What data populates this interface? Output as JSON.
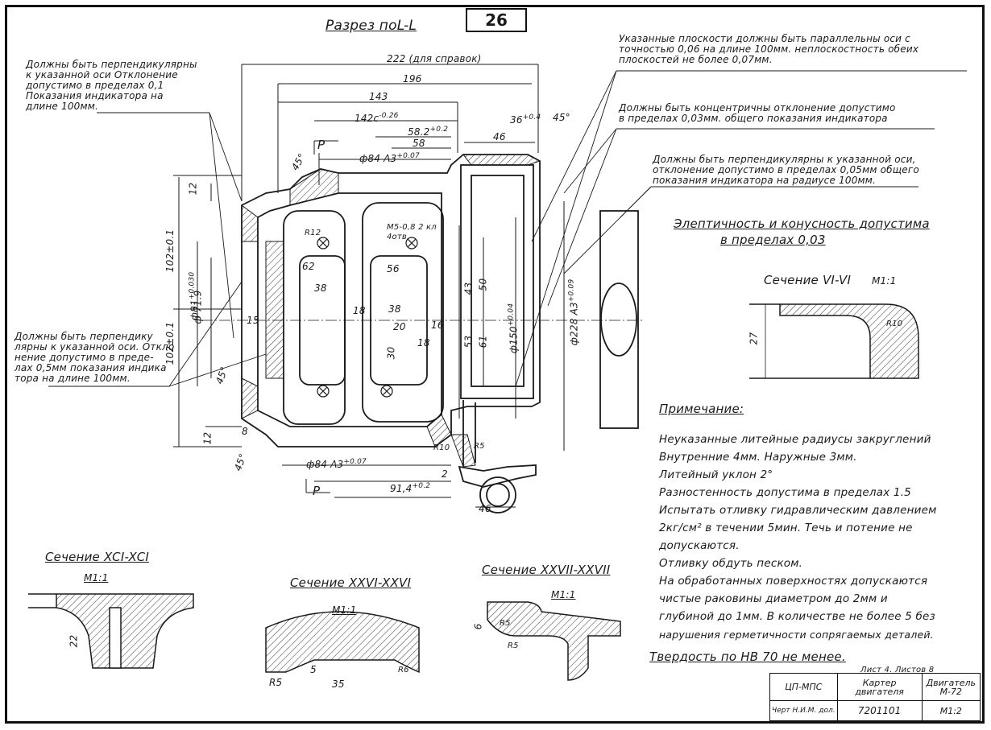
{
  "sheet_number": "26",
  "main_view": {
    "title": "Разрез поL-L",
    "section_marker": "Р",
    "dimensions": {
      "d222": "222 (для справок)",
      "d196": "196",
      "d143": "143",
      "d142": "142с",
      "d142_tol": "-0.26",
      "d58_2": "58.2",
      "d58_2_tol": "+0.2",
      "d58": "58",
      "d46_top": "46",
      "d36": "36",
      "d36_tol": "+0.4",
      "a45_top": "45°",
      "d84_top": "ф84 А3",
      "d84_top_tol": "+0.07",
      "d84_bot": "ф84 А3",
      "d84_bot_tol": "+0.07",
      "d91_4": "91,4",
      "d91_4_tol": "+0.2",
      "d46_bot": "46",
      "d2": "2",
      "d12_top": "12",
      "d12_bot": "12",
      "d102_top": "102±0.1",
      "d102_bot": "102±0.1",
      "d81": "ф81",
      "d81_tol": "+0.030",
      "d71_9": "ф 71.9",
      "d150": "ф150",
      "d150_tol": "+0.04",
      "d228": "ф228 А3",
      "d228_tol": "+0.09",
      "d43": "43",
      "d50": "50",
      "d53": "53",
      "d61": "61",
      "d62": "62",
      "d56": "56",
      "d38a": "38",
      "d38b": "38",
      "d20": "20",
      "d18a": "18",
      "d18b": "18",
      "d16": "16",
      "d30": "30",
      "d15": "15",
      "m5": "М5-0,8 2 кл",
      "m5_depth": "4отв.",
      "r12": "R12",
      "r10": "R10",
      "r5": "R5",
      "d45_left": "45°",
      "d45_bot": "45°",
      "d45_mid": "45°",
      "d8": "8"
    }
  },
  "annotations": {
    "perp_top_left": [
      "Должны быть перпендикулярны",
      "к указанной оси Отклонение",
      "допустимо в пределах 0,1",
      "Показания индикатора на",
      "длине 100мм."
    ],
    "perp_mid_left": [
      "Должны быть перпендику",
      "лярны к указанной оси. Откло",
      "нение допустимо в преде-",
      "лах 0,5мм показания индика",
      "тора на длине 100мм."
    ],
    "parallel": [
      "Указанные плоскости должны быть параллельны оси с",
      "точностью 0,06 на длине 100мм. неплоскостность обеих",
      "плоскостей не более 0,07мм."
    ],
    "concentric": [
      "Должны быть концентричны отклонение допустимо",
      "в пределах 0,03мм. общего показания индикатора"
    ],
    "perp_right": [
      "Должны быть перпендикулярны к указанной оси,",
      "отклонение допустимо в пределах 0,05мм общего",
      "показания индикатора на радиусе 100мм."
    ],
    "ellipticity": [
      "Элептичность и конусность допустима",
      "в пределах 0,03"
    ]
  },
  "sections": {
    "vi": {
      "title": "Сечение VI-VI",
      "scale": "М1:1",
      "dim27": "27",
      "r10": "R10"
    },
    "xci": {
      "title": "Сечение XCI-XCI",
      "scale": "М1:1",
      "dim22": "22"
    },
    "xxvi": {
      "title": "Сечение XXVI-XXVI",
      "scale": "М1:1",
      "r5": "R5",
      "r6": "R6",
      "d5": "5",
      "d35": "35"
    },
    "xxvii": {
      "title": "Сечение XXVII-XXVII",
      "scale": "М1:1",
      "d6": "6",
      "r5a": "R5",
      "r5b": "R5"
    }
  },
  "notes": {
    "heading": "Примечание:",
    "lines": [
      "Неуказанные литейные радиусы закруглений",
      "Внутренние 4мм. Наружные 3мм.",
      "Литейный уклон 2°",
      "Разностенность допустима в пределах 1.5",
      "Испытать отливку гидравлическим давлением",
      "2кг/см² в течении 5мин. Течь и потение не",
      "допускаются.",
      "Отливку обдуть песком.",
      "На обработанных поверхностях допускаются",
      "чистые раковины диаметром до 2мм и",
      "глубиной до 1мм. В количестве не более 5 без",
      "нарушения герметичности сопрягаемых деталей."
    ],
    "hardness": "Твердость по НВ 70 не менее."
  },
  "title_block": {
    "sheet_info": "Лист 4. Листов 8",
    "org": "ЦП-МПС",
    "part": "Картер двигателя",
    "product": "Двигатель М-72",
    "scale": "М1:2",
    "row_label": "Черт",
    "row_label2": "Н.И.М. дол.",
    "drawing_no": "7201101"
  },
  "colors": {
    "ink": "#1a1a1a",
    "paper": "#ffffff",
    "hatch": "#333333"
  }
}
